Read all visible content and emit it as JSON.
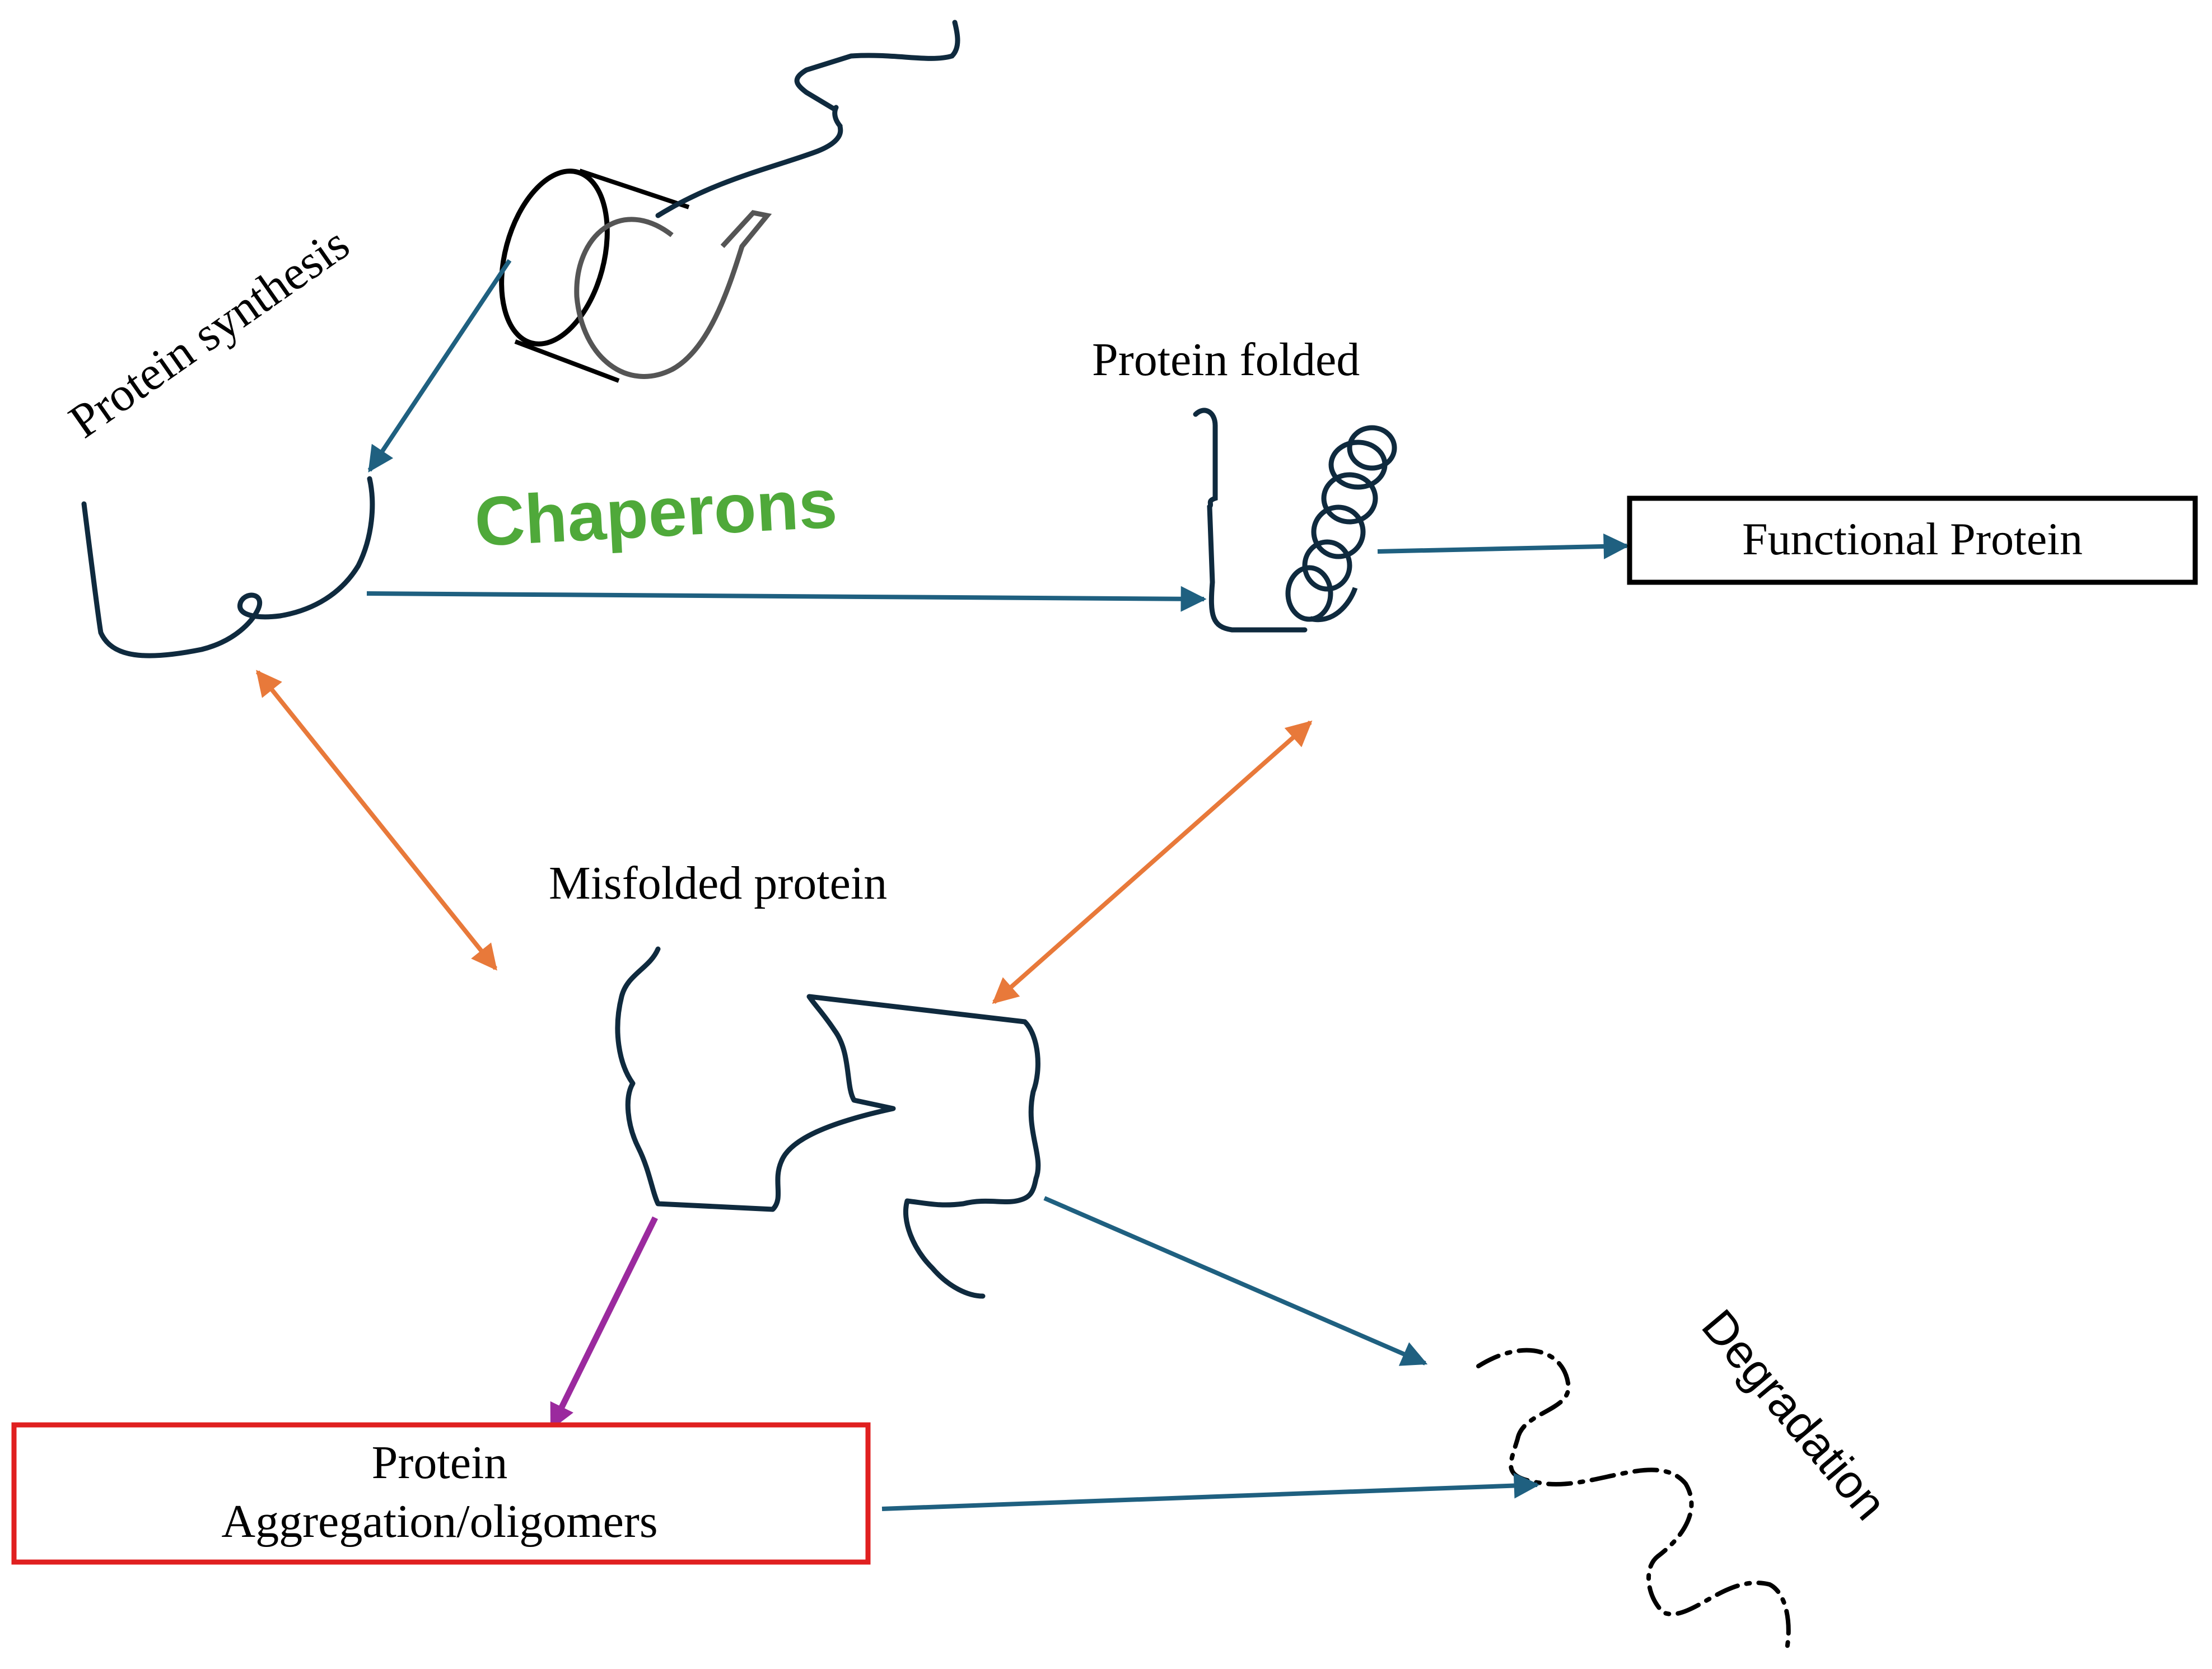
{
  "labels": {
    "protein_synthesis": "Protein synthesis",
    "chaperons": "Chaperons",
    "protein_folded": "Protein folded",
    "functional_protein": "Functional Protein",
    "misfolded_protein": "Misfolded protein",
    "aggregation_line1": "Protein",
    "aggregation_line2": "Aggregation/oligomers",
    "degradation": "Degradation"
  },
  "colors": {
    "arrow_blue": "#1f6080",
    "arrow_orange": "#e8793a",
    "arrow_purple": "#9b2a9e",
    "chain": "#0f2a3e",
    "chaperons_text": "#4fa93a",
    "aggregation_border": "#e02020",
    "functional_border": "#000000"
  }
}
